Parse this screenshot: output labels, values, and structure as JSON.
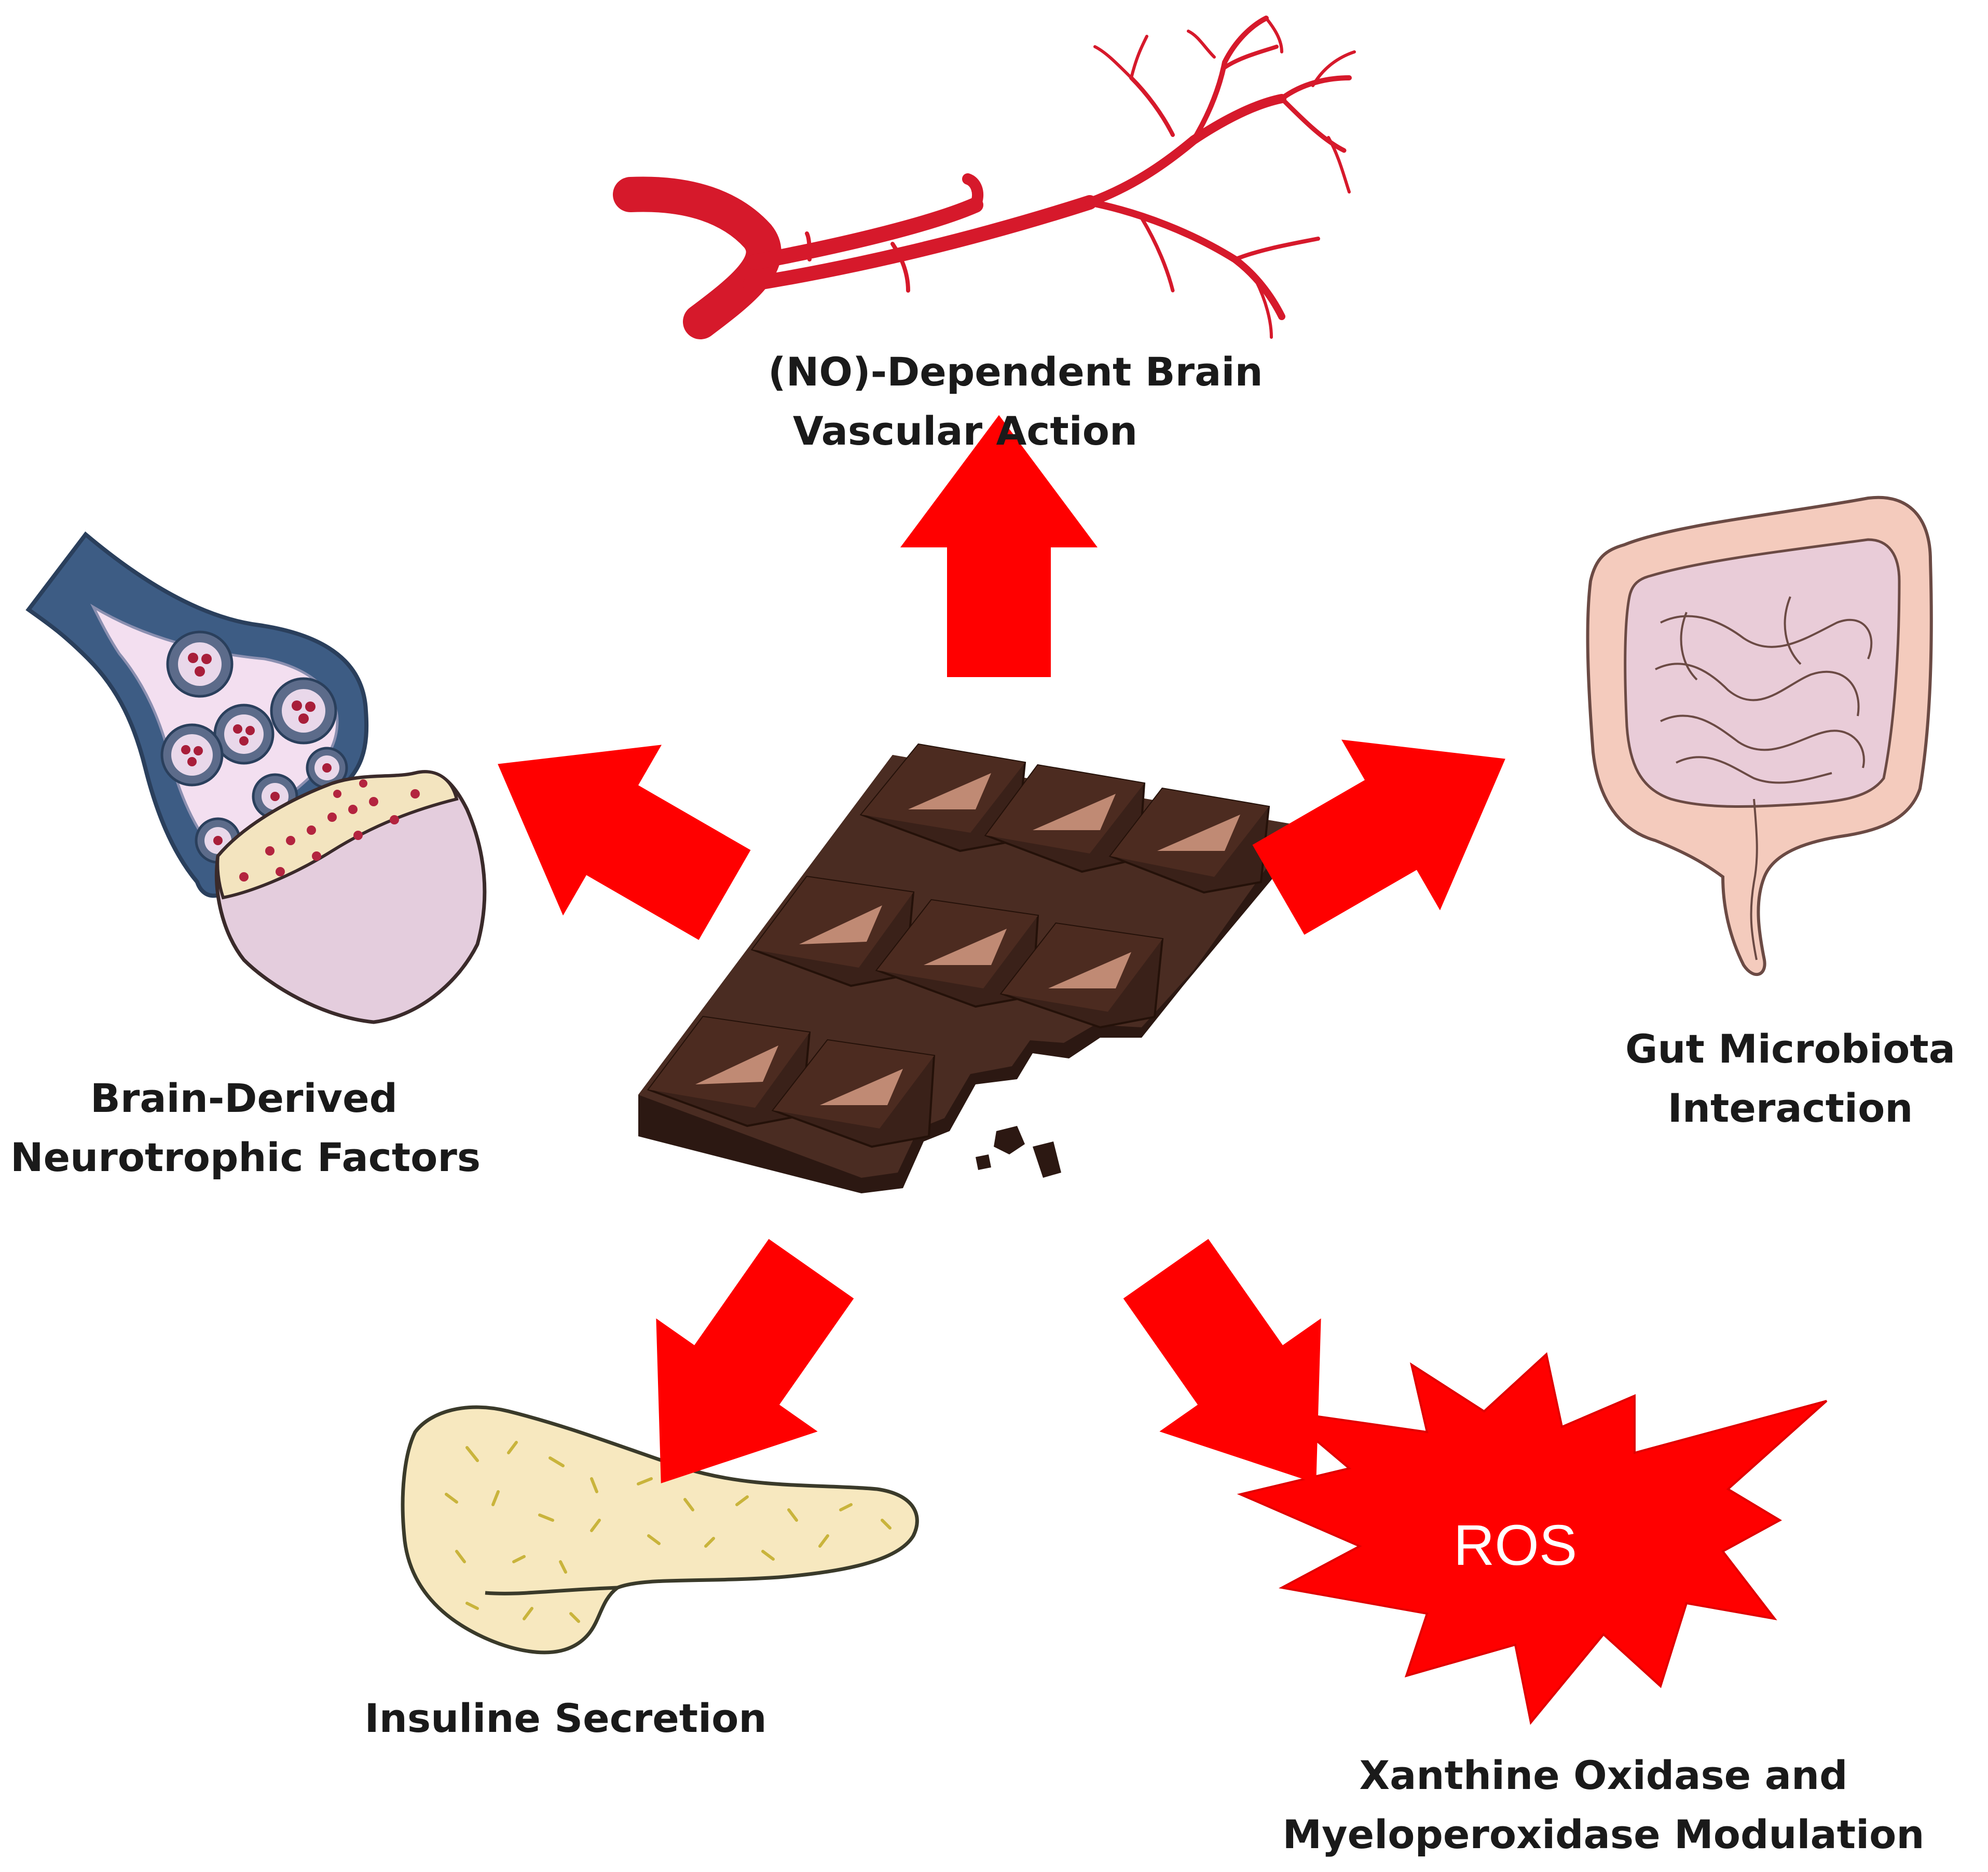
{
  "center": {
    "icon": "chocolate-bar-icon",
    "color": "#3d2520"
  },
  "arrow_color": "#ff0000",
  "nodes": {
    "vascular": {
      "icon": "blood-vessel-icon",
      "lines": [
        "(NO)-Dependent Brain",
        "Vascular Action"
      ]
    },
    "gut": {
      "icon": "intestine-icon",
      "lines": [
        "Gut Microbiota",
        "Interaction"
      ]
    },
    "ros": {
      "icon": "ros-burst-icon",
      "burst_text": "ROS",
      "lines": [
        "Xanthine Oxidase and",
        "Myeloperoxidase Modulation"
      ]
    },
    "insulin": {
      "icon": "pancreas-icon",
      "lines": [
        "Insuline Secretion"
      ]
    },
    "bdnf": {
      "icon": "synapse-icon",
      "lines": [
        "Brain-Derived",
        "Neurotrophic Factors"
      ]
    }
  }
}
